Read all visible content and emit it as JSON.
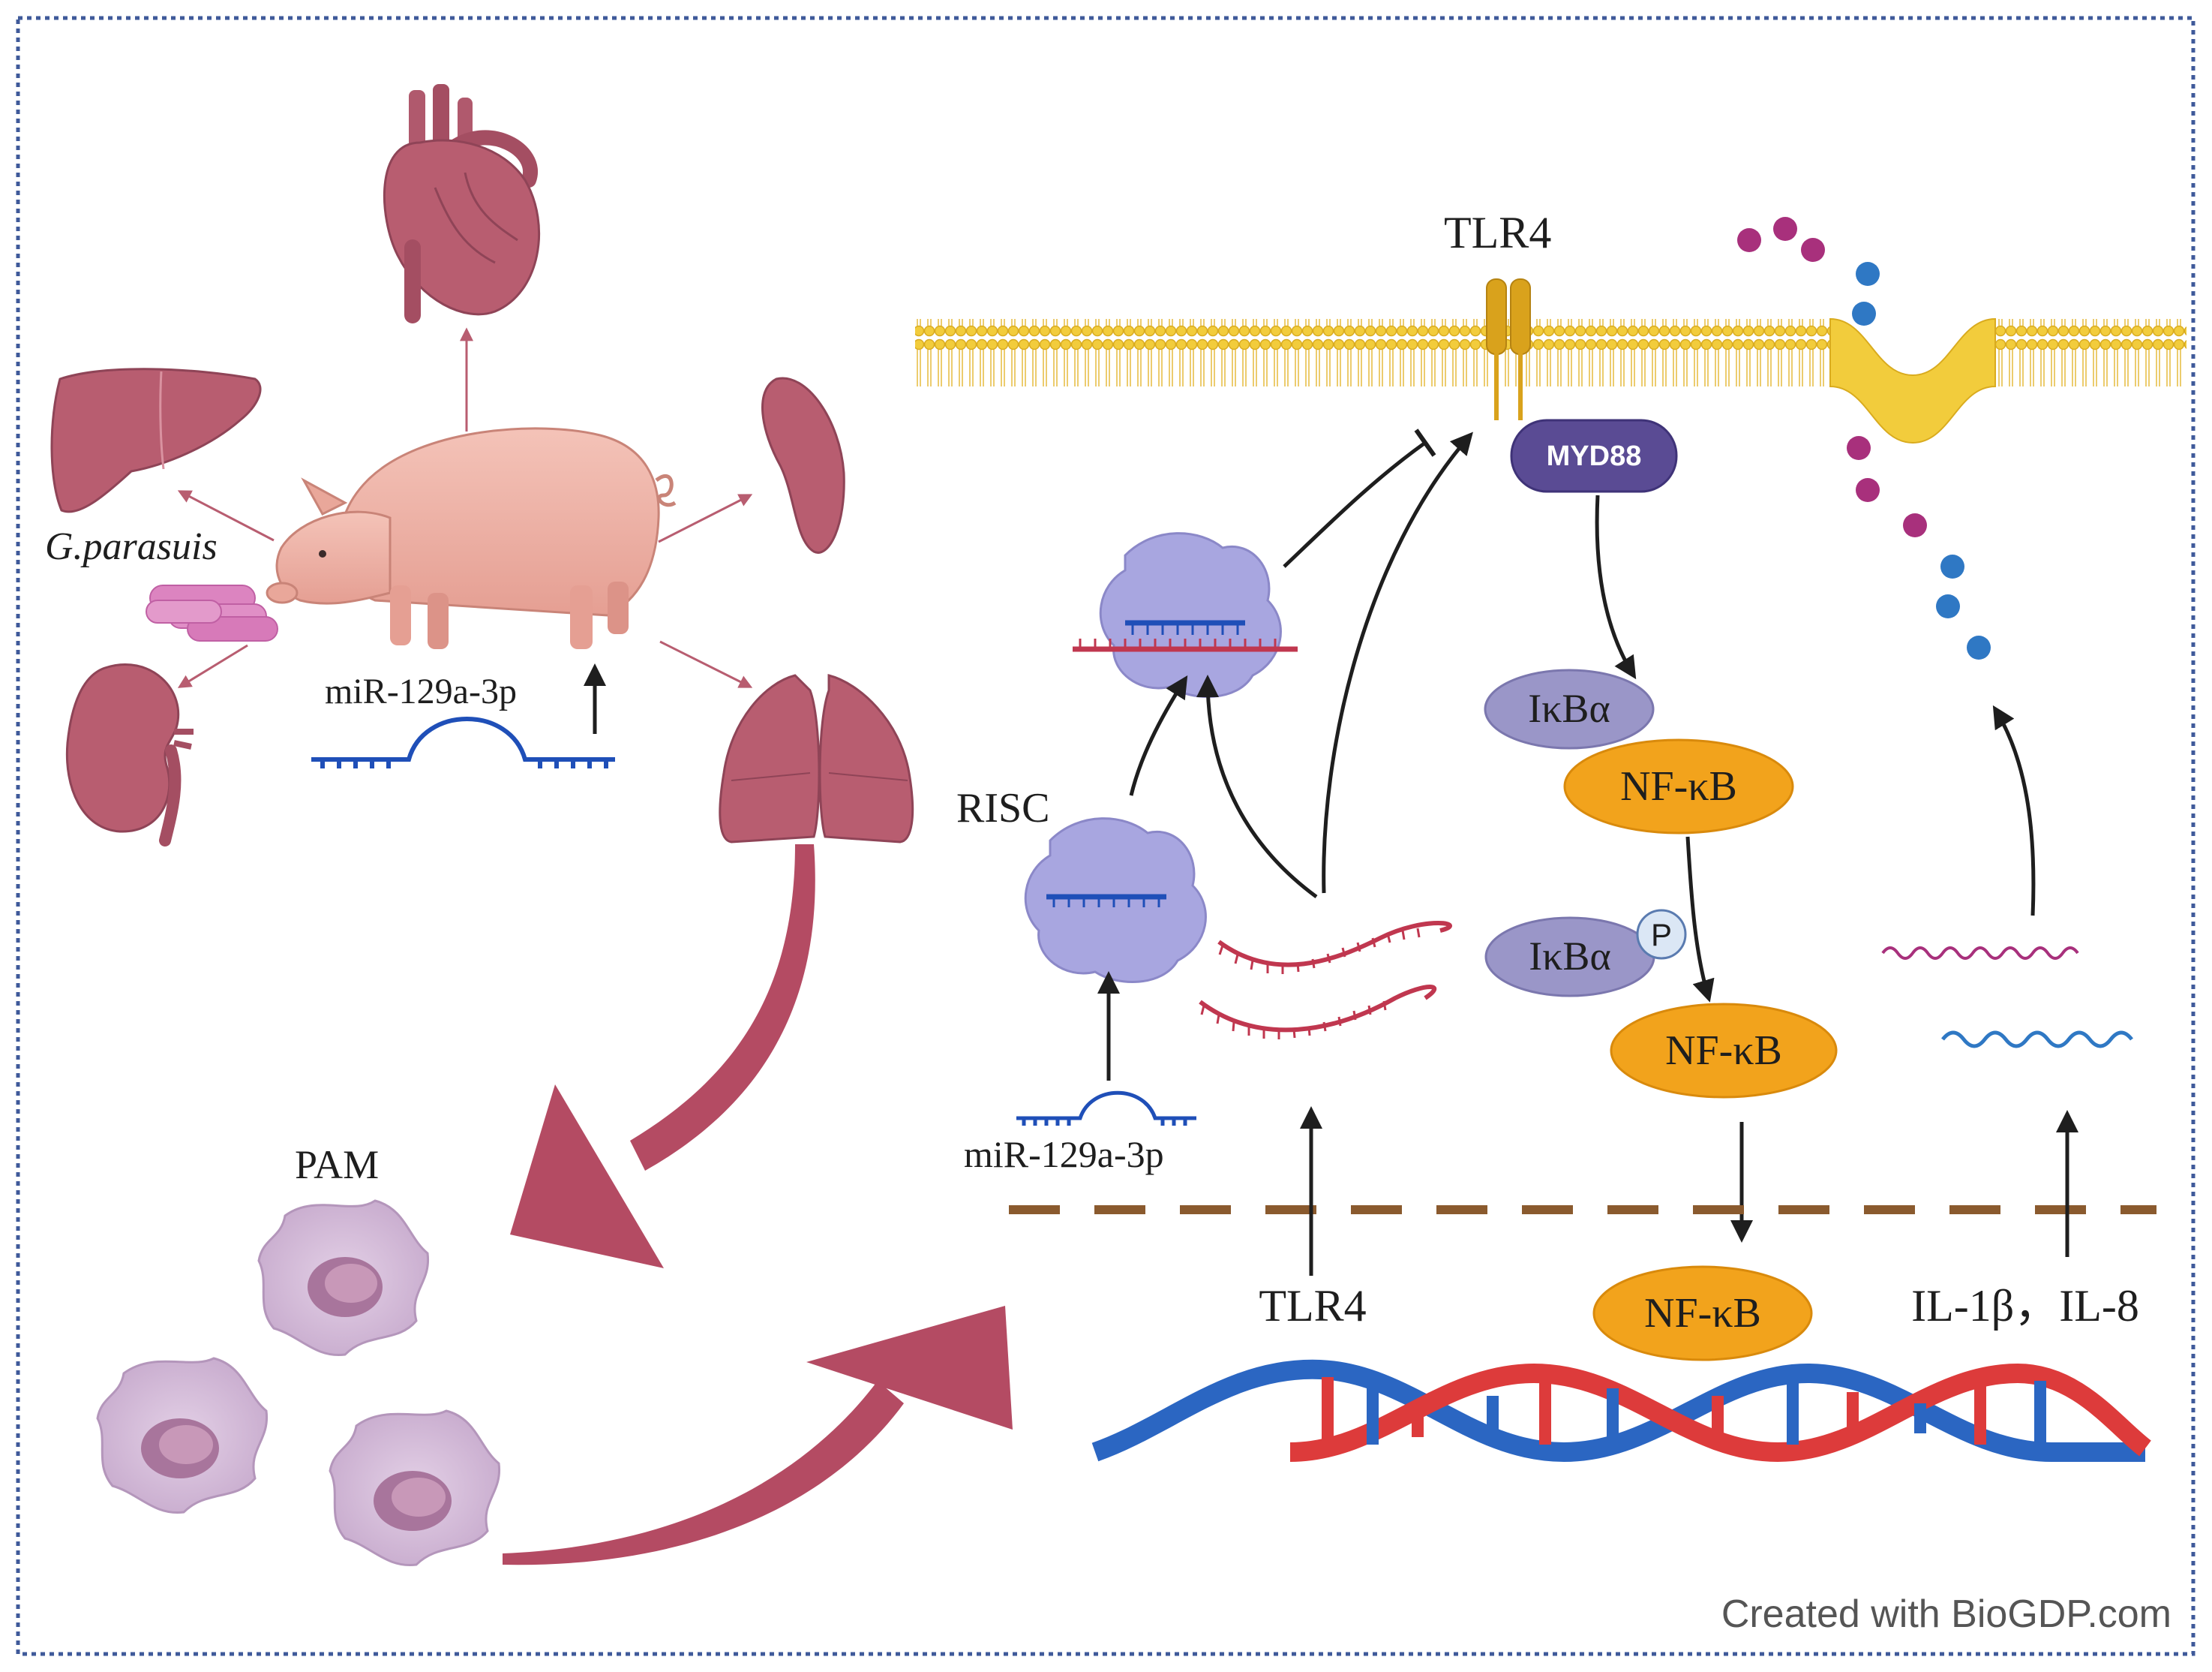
{
  "labels": {
    "bacteria": "G.parasuis",
    "mirna_top": "miR-129a-3p",
    "pam": "PAM",
    "risc": "RISC",
    "mirna_bottom": "miR-129a-3p",
    "tlr4_top": "TLR4",
    "tlr4_bottom": "TLR4",
    "myd88": "MYD88",
    "ikba_1": "IκBα",
    "nfkb_1": "NF-κB",
    "ikba_2": "IκBα",
    "phospho": "P",
    "nfkb_2": "NF-κB",
    "nfkb_3": "NF-κB",
    "cytokines": "IL-1β，IL-8",
    "credit": "Created with BioGDP.com"
  },
  "colors": {
    "border": "#3f5a9a",
    "organ": "#b85d70",
    "big_arrow": "#b44b63",
    "membrane": "#f0c93a",
    "tlr4": "#d9a21c",
    "myd88": "#5a4b94",
    "ikba": "#9a96c8",
    "nfkb": "#f2a31c",
    "mirna": "#1f4fb8",
    "mrna": "#c0374f",
    "dot_magenta": "#a8307c",
    "dot_blue": "#2f78c4",
    "nuclear_envelope": "#8a5a2e"
  }
}
